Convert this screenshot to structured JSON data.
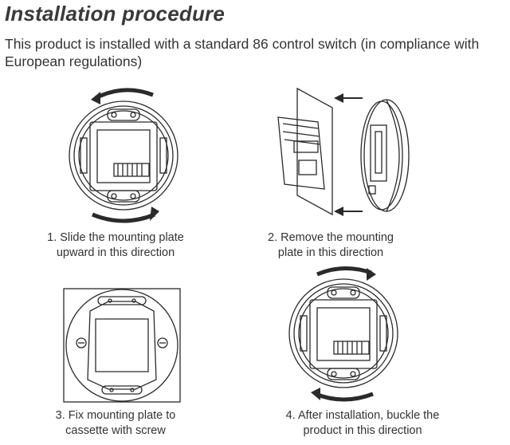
{
  "header": {
    "title": "Installation procedure",
    "intro": "This product is installed with a standard 86 control switch (in compliance with European regulations)"
  },
  "steps": [
    {
      "line1": "1. Slide the mounting plate",
      "line2": "upward in this direction",
      "icon": "rotate-arrows-icon"
    },
    {
      "line1": "2. Remove the mounting",
      "line2": "plate in this direction",
      "icon": "arrow-left-icon"
    },
    {
      "line1": "3. Fix mounting plate to",
      "line2": "cassette with screw",
      "icon": "screw-icon"
    },
    {
      "line1": "4. After installation, buckle the",
      "line2": "product in this direction",
      "icon": "rotate-arrows-icon"
    }
  ],
  "colors": {
    "ink": "#2a2a2a",
    "title": "#3a3a3a"
  }
}
